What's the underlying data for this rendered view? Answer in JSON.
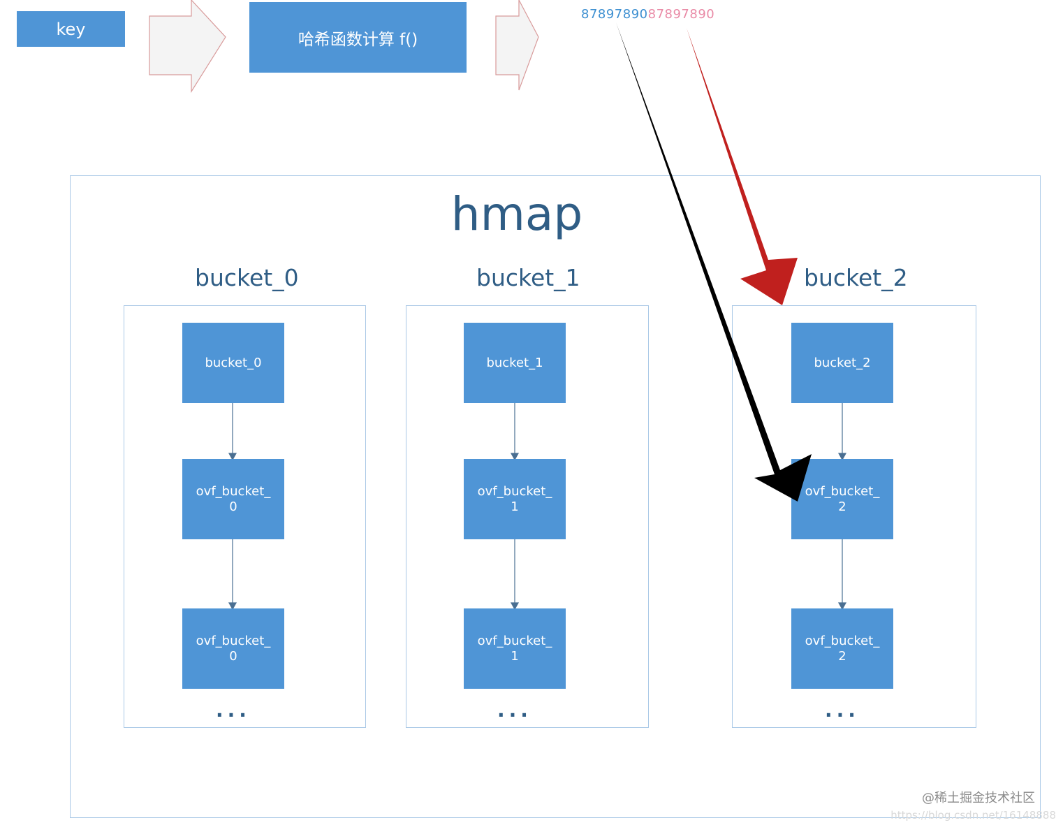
{
  "top": {
    "key_label": "key",
    "hash_function_label": "哈希函数计算 f()",
    "hash_code_part1": "87897890",
    "hash_code_part2": "87897890"
  },
  "hmap": {
    "title": "hmap",
    "columns": [
      {
        "title": "bucket_0",
        "head": "bucket_0",
        "ovf1_line1": "ovf_bucket_",
        "ovf1_line2": "0",
        "ovf2_line1": "ovf_bucket_",
        "ovf2_line2": "0",
        "ellipsis": "..."
      },
      {
        "title": "bucket_1",
        "head": "bucket_1",
        "ovf1_line1": "ovf_bucket_",
        "ovf1_line2": "1",
        "ovf2_line1": "ovf_bucket_",
        "ovf2_line2": "1",
        "ellipsis": "..."
      },
      {
        "title": "bucket_2",
        "head": "bucket_2",
        "ovf1_line1": "ovf_bucket_",
        "ovf1_line2": "2",
        "ovf2_line1": "ovf_bucket_",
        "ovf2_line2": "2",
        "ellipsis": "..."
      }
    ]
  },
  "watermark": {
    "line1": "@稀土掘金技术社区",
    "line2": "https://blog.csdn.net/16148888"
  },
  "colors": {
    "box_blue": "#4f95d6",
    "frame_blue": "#a9c8e6",
    "title_text": "#2f5d85",
    "arrow_red": "#c0201e",
    "arrow_black": "#000000",
    "hash_code_blue": "#3d8fd1",
    "hash_code_pink": "#e98aa6"
  }
}
